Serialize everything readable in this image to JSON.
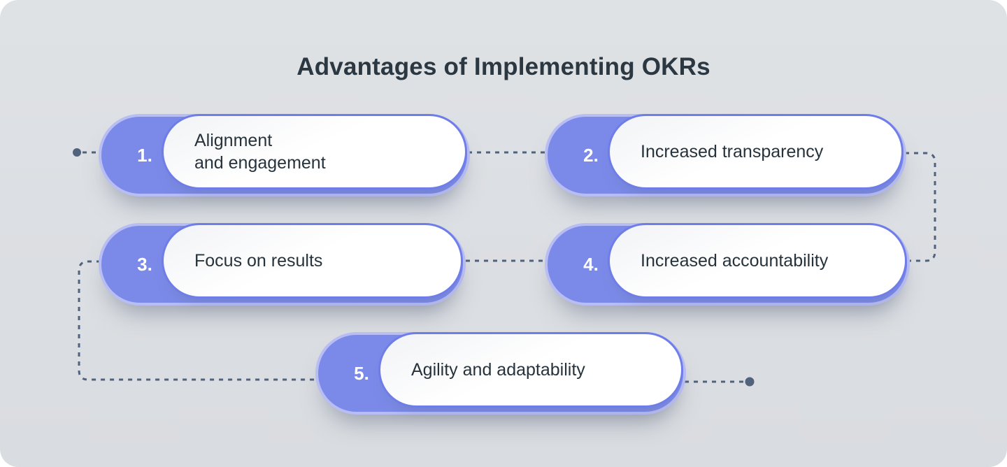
{
  "title": "Advantages of Implementing OKRs",
  "items": [
    {
      "number": "1.",
      "label": "Alignment\nand engagement"
    },
    {
      "number": "2.",
      "label": "Increased transparency"
    },
    {
      "number": "3.",
      "label": "Focus on results"
    },
    {
      "number": "4.",
      "label": "Increased accountability"
    },
    {
      "number": "5.",
      "label": "Agility and adaptability"
    }
  ],
  "colors": {
    "background": "#dcdfe3",
    "accent": "#7b8ae9",
    "accent-rim": "#b8bdf4",
    "pill-border": "#6f7de8",
    "pill-fill": "#ffffff",
    "number-text": "#ffffff",
    "label-text": "#26333c",
    "title-text": "#2b3741",
    "connector": "#51627d"
  }
}
